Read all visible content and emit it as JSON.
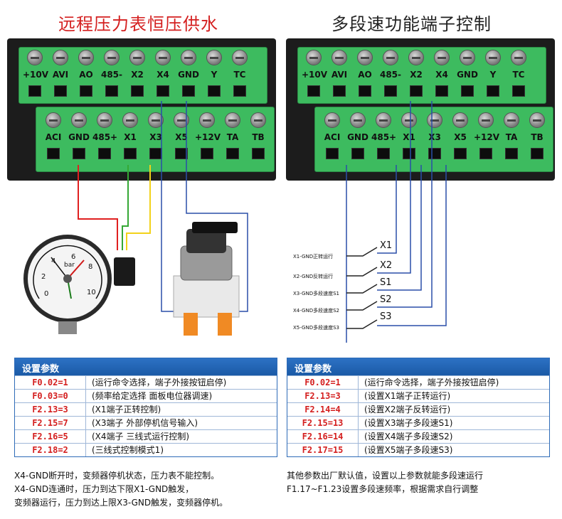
{
  "titles": {
    "left": "远程压力表恒压供水",
    "right": "多段速功能端子控制"
  },
  "terminals": {
    "top": [
      "+10V",
      "AVI",
      "AO",
      "485-",
      "X2",
      "X4",
      "GND",
      "Y",
      "TC"
    ],
    "bottom": [
      "ACI",
      "GND",
      "485+",
      "X1",
      "X3",
      "X5",
      "+12V",
      "TA",
      "TB"
    ]
  },
  "gauge": {
    "unit": "bar",
    "ticks": [
      "0",
      "2",
      "4",
      "6",
      "8",
      "10"
    ]
  },
  "switches": {
    "labels": [
      "X1",
      "X2",
      "S1",
      "S2",
      "S3"
    ],
    "notes": [
      "X1-GND正转运行",
      "X2-GND反转运行",
      "X3-GND多段速度S1",
      "X4-GND多段速度S2",
      "X5-GND多段速度S3"
    ]
  },
  "colors": {
    "red_wire": "#e02020",
    "green_wire": "#35a835",
    "yellow_wire": "#f2d21a",
    "blue_wire": "#2a4ea8",
    "header_blue": "#1f62b4",
    "code_red": "#d41f1f"
  },
  "left_table": {
    "header": "设置参数",
    "rows": [
      {
        "code": "F0.02=1",
        "desc": "(运行命令选择，端子外接按钮启停)"
      },
      {
        "code": "F0.03=0",
        "desc": "(频率给定选择 面板电位器调速)"
      },
      {
        "code": "F2.13=3",
        "desc": "(X1端子正转控制)"
      },
      {
        "code": "F2.15=7",
        "desc": "(X3端子 外部停机信号输入)"
      },
      {
        "code": "F2.16=5",
        "desc": "(X4端子 三线式运行控制)"
      },
      {
        "code": "F2.18=2",
        "desc": "(三线式控制模式1)"
      }
    ]
  },
  "right_table": {
    "header": "设置参数",
    "rows": [
      {
        "code": "F0.02=1",
        "desc": "(运行命令选择，端子外接按钮启停)"
      },
      {
        "code": "F2.13=3",
        "desc": "(设置X1端子正转运行)"
      },
      {
        "code": "F2.14=4",
        "desc": "(设置X2端子反转运行)"
      },
      {
        "code": "F2.15=13",
        "desc": "(设置X3端子多段速S1)"
      },
      {
        "code": "F2.16=14",
        "desc": "(设置X4端子多段速S2)"
      },
      {
        "code": "F2.17=15",
        "desc": "(设置X5端子多段速S3)"
      }
    ]
  },
  "notes": {
    "left": [
      "X4-GND断开时，变频器停机状态，压力表不能控制。",
      "X4-GND连通时，压力到达下限X1-GND触发，",
      "变频器运行，压力到达上限X3-GND触发，变频器停机。"
    ],
    "right": [
      "其他参数出厂默认值，设置以上参数就能多段速运行",
      "F1.17~F1.23设置多段速频率，根据需求自行调整"
    ]
  }
}
